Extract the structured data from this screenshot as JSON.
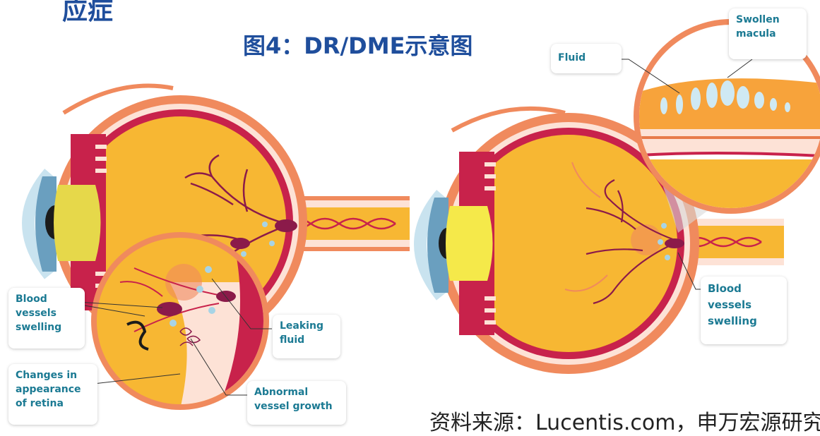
{
  "heading": {
    "partial_text": "应症"
  },
  "figure": {
    "title": "图4：DR/DME示意图"
  },
  "labels": {
    "left": {
      "blood_vessels": "Blood\nvessels\nswelling",
      "changes": "Changes in\nappearance\nof retina",
      "leaking_fluid": "Leaking\nfluid",
      "abnormal_growth": "Abnormal\nvessel growth"
    },
    "right": {
      "fluid": "Fluid",
      "swollen_macula": "Swollen\nmacula",
      "blood_vessels": "Blood\nvessels\nswelling"
    }
  },
  "source": {
    "text": "资料来源：Lucentis.com，申万宏源研究"
  },
  "colors": {
    "title_blue": "#1f4e9c",
    "label_teal": "#1b7a93",
    "eye_orange": "#f08a5d",
    "retina_red": "#c8224b",
    "vitreous_yellow": "#f7b733",
    "lens_yellow": "#e6d84a",
    "vessel_purple": "#8b1a4a",
    "fluid_blue": "#a7d4e6"
  }
}
